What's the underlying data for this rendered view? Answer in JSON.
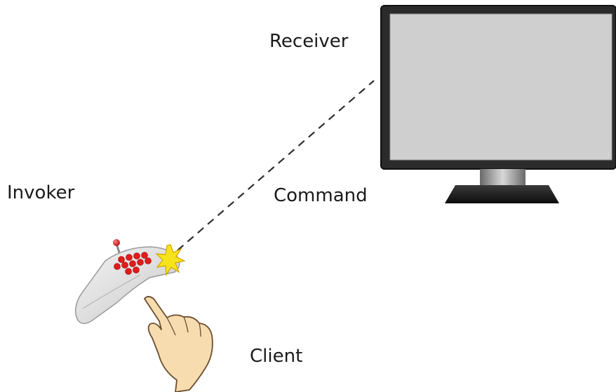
{
  "labels": {
    "receiver": "Receiver",
    "invoker": "Invoker",
    "command": "Command",
    "client": "Client"
  },
  "icons": {
    "receiver": "monitor-icon",
    "invoker": "remote-control-icon",
    "client": "pointing-hand-icon",
    "signal": "spark-icon"
  },
  "colors": {
    "monitor_frame": "#2b2b2b",
    "monitor_screen": "#cfcfcf",
    "remote_body": "#e4e4e4",
    "remote_buttons": "#e21b1b",
    "spark": "#f7e31c",
    "hand_skin": "#f7dcb0",
    "signal_line": "#2f2f2f"
  }
}
